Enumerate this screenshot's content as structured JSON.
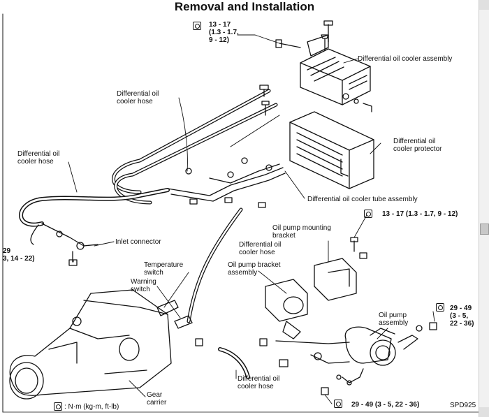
{
  "title": "Removal and Installation",
  "figure_code": "SPD925",
  "legend_unit": ": N·m (kg-m, ft-lb)",
  "labels": {
    "torque_top": "13 - 17\n(1.3 - 1.7,\n9 - 12)",
    "diff_cooler_assembly": "Differential oil cooler assembly",
    "diff_cooler_hose_1": "Differential oil\ncooler hose",
    "diff_cooler_protector": "Differential oil\ncooler protector",
    "diff_cooler_hose_2": "Differential oil\ncooler hose",
    "diff_tube_assembly": "Differential oil cooler tube assembly",
    "torque_mid_right": "13 - 17 (1.3 - 1.7, 9 - 12)",
    "oil_pump_mounting_bracket": "Oil pump mounting\nbracket",
    "diff_cooler_hose_3": "Differential oil\ncooler hose",
    "oil_pump_bracket_assembly": "Oil pump bracket\nassembly",
    "inlet_connector": "Inlet connector",
    "torque_left": "29\n3, 14 - 22)",
    "temperature_switch": "Temperature\nswitch",
    "warning_switch": "Warning\nswitch",
    "torque_right": "29 - 49\n(3 - 5,\n22 - 36)",
    "oil_pump_assembly": "Oil pump\nassembly",
    "diff_cooler_hose_4": "Differential oil\ncooler hose",
    "gear_carrier": "Gear\ncarrier",
    "torque_bottom": "29 - 49 (3 - 5, 22 - 36)"
  }
}
